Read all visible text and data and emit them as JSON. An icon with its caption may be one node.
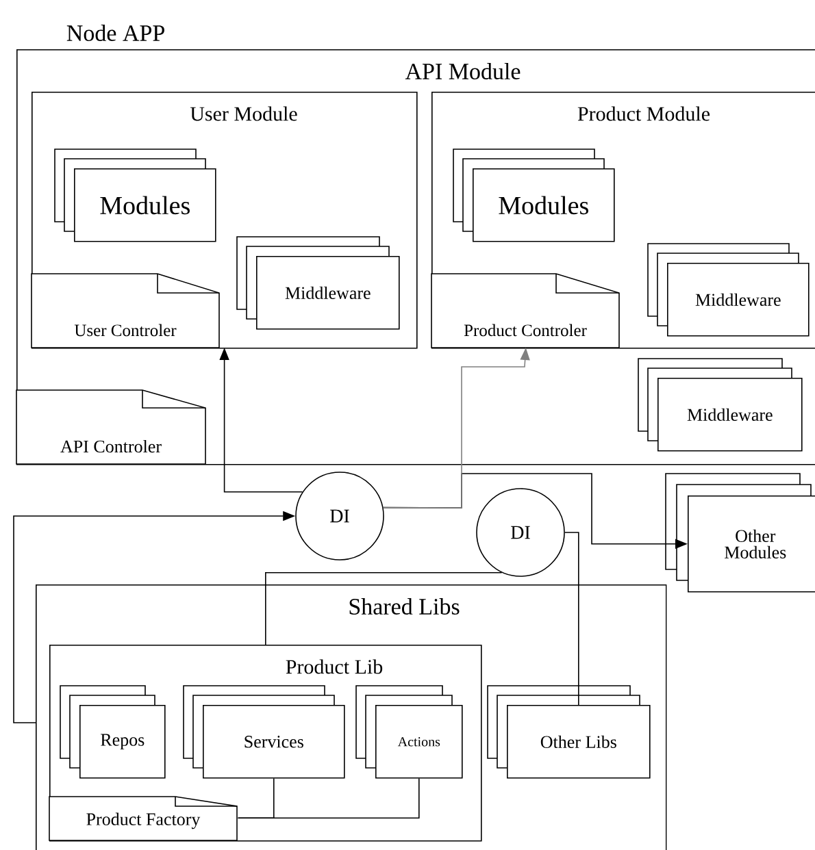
{
  "diagram": {
    "nodes": [
      {
        "text": [
          "Node APP",
          "API Module"
        ]
      },
      {
        "text": [
          "User Module"
        ],
        "in": 0
      },
      {
        "text": [
          "Modules"
        ],
        "in": 1
      },
      {
        "text": [
          "Middleware"
        ],
        "in": 1
      },
      {
        "text": [
          "User Controler"
        ],
        "in": 1
      },
      {
        "text": [
          "Product Module"
        ],
        "in": 0
      },
      {
        "text": [
          "Modules"
        ],
        "in": 5
      },
      {
        "text": [
          "Middleware"
        ],
        "in": 5
      },
      {
        "text": [
          "Product Controler"
        ],
        "in": 5
      },
      {
        "text": [
          "Middleware"
        ],
        "in": 0
      },
      {
        "text": [
          "API Controler"
        ],
        "in": 0
      },
      {
        "text": [
          "DI"
        ]
      },
      {
        "text": [
          "DI"
        ]
      },
      {
        "text": [
          "Other Modules"
        ]
      },
      {
        "text": [
          "Shared Libs"
        ]
      },
      {
        "text": [
          "Product Lib"
        ],
        "in": 14
      },
      {
        "text": [
          "Repos"
        ],
        "in": 15
      },
      {
        "text": [
          "Services"
        ],
        "in": 15
      },
      {
        "text": [
          "Actions"
        ],
        "in": 15
      },
      {
        "text": [
          "Product Factory"
        ],
        "in": 15
      },
      {
        "text": [
          "Other Libs"
        ],
        "in": 14
      }
    ],
    "edges": [
      {
        "from": 11,
        "to": 4,
        "arrow": "to"
      },
      {
        "from": 11,
        "to": 13,
        "arrow": "to"
      },
      {
        "from": 11,
        "to": 8,
        "arrow": "to",
        "color": "#808080"
      },
      {
        "from": 14,
        "to": 11,
        "arrow": "to"
      },
      {
        "from": 12,
        "to": 15,
        "arrow": "none"
      },
      {
        "from": 12,
        "to": 20,
        "arrow": "none"
      },
      {
        "from": 19,
        "to": 17,
        "arrow": "none"
      },
      {
        "from": 19,
        "to": 18,
        "arrow": "none"
      }
    ]
  }
}
